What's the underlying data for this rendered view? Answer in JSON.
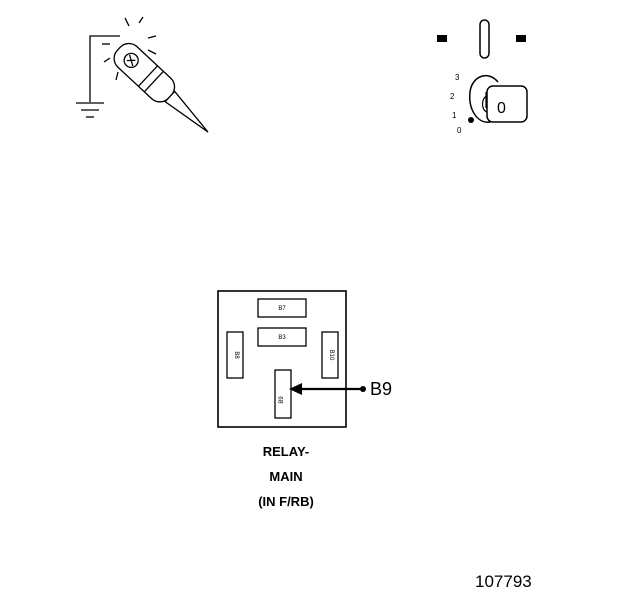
{
  "relay": {
    "title_line1": "RELAY-",
    "title_line2": "MAIN",
    "title_line3": "(IN F/RB)",
    "pins": [
      "B7",
      "B3",
      "B8",
      "B10",
      "B9"
    ],
    "callout": "B9"
  },
  "ignition": {
    "positions": [
      "3",
      "2",
      "1",
      "0"
    ],
    "key_label": "0"
  },
  "figure_number": "107793"
}
